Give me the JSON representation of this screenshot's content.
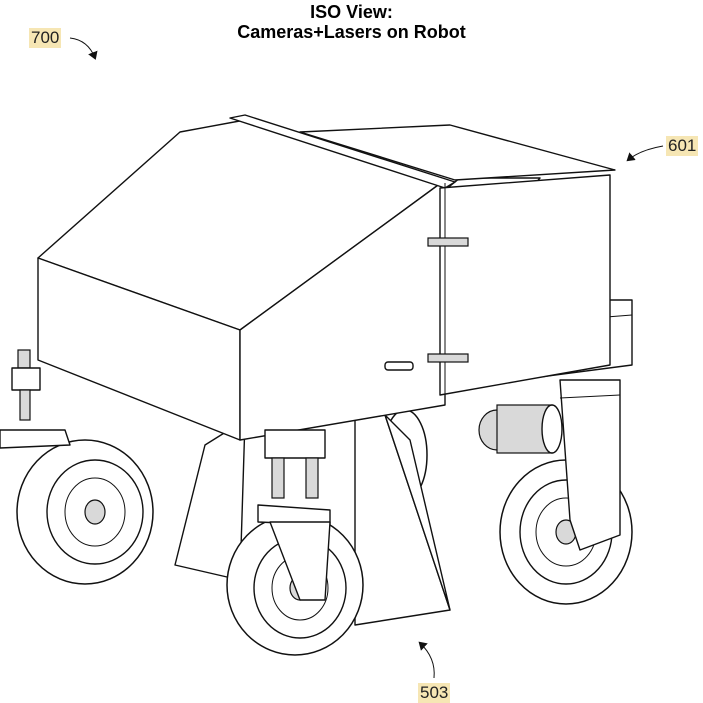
{
  "title": {
    "line1": "ISO View:",
    "line2": "Cameras+Lasers on Robot"
  },
  "callouts": {
    "ref_700": "700",
    "ref_601": "601",
    "ref_503": "503"
  },
  "colors": {
    "callout_highlight": "#f6e6b4",
    "line": "#111111",
    "background": "#ffffff"
  }
}
